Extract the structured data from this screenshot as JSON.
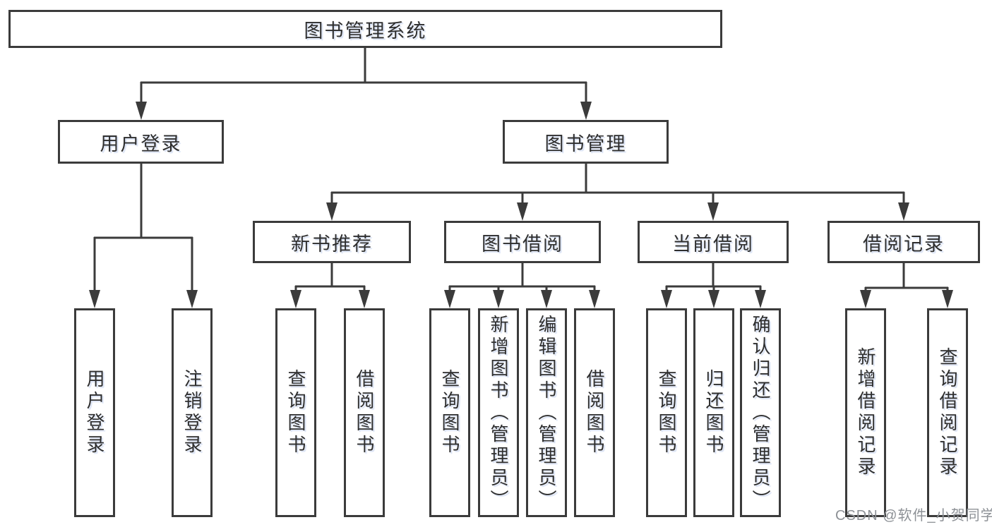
{
  "diagram_title": "图书管理系统",
  "tree": {
    "root": {
      "label": "图书管理系统",
      "children": [
        {
          "label": "用户登录",
          "children": [
            {
              "label": "用户登录"
            },
            {
              "label": "注销登录"
            }
          ]
        },
        {
          "label": "图书管理",
          "children": [
            {
              "label": "新书推荐",
              "children": [
                {
                  "label": "查询图书"
                },
                {
                  "label": "借阅图书"
                }
              ]
            },
            {
              "label": "图书借阅",
              "children": [
                {
                  "label": "查询图书"
                },
                {
                  "label": "新增图书（管理员）"
                },
                {
                  "label": "编辑图书（管理员）"
                },
                {
                  "label": "借阅图书"
                }
              ]
            },
            {
              "label": "当前借阅",
              "children": [
                {
                  "label": "查询图书"
                },
                {
                  "label": "归还图书"
                },
                {
                  "label": "确认归还（管理员）"
                }
              ]
            },
            {
              "label": "借阅记录",
              "children": [
                {
                  "label": "新增借阅记录"
                },
                {
                  "label": "查询借阅记录"
                }
              ]
            }
          ]
        }
      ]
    }
  },
  "watermark": "CSDN @软件_小贺同学",
  "colors": {
    "line": "#3b3b3b",
    "box_border": "#3b3b3b",
    "text": "#2e2e2e",
    "watermark": "#8d9196",
    "background": "#ffffff"
  }
}
